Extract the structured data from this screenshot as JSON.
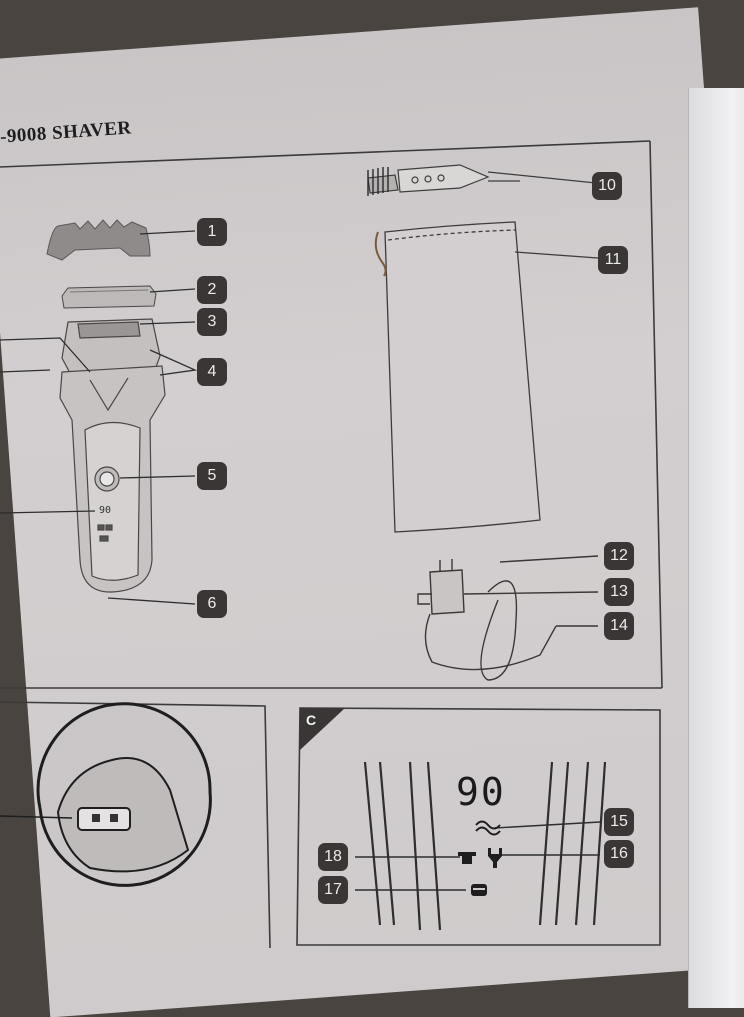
{
  "header": {
    "title": "-9008   SHAVER"
  },
  "callouts": {
    "c1": "1",
    "c2": "2",
    "c3": "3",
    "c4": "4",
    "c5": "5",
    "c6": "6",
    "c10": "10",
    "c11": "11",
    "c12": "12",
    "c13": "13",
    "c14": "14",
    "c15": "15",
    "c16": "16",
    "c17": "17",
    "c18": "18"
  },
  "shaver_display": {
    "battery": "90"
  },
  "panel_c": {
    "label": "C",
    "display_value": "90"
  },
  "colors": {
    "badge": "#3a3636",
    "paper": "#cfcbcc",
    "ink": "#2a2a2a"
  }
}
